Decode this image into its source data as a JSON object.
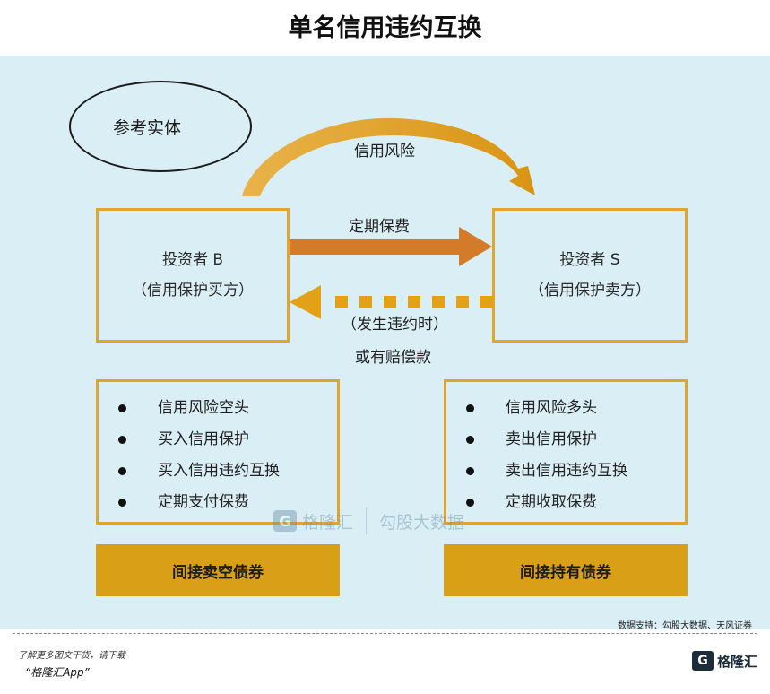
{
  "title": "单名信用违约互换",
  "reference_entity": "参考实体",
  "flows": {
    "credit_risk": "信用风险",
    "premium": "定期保费",
    "default_line1": "（发生违约时）",
    "default_line2": "或有赔偿款"
  },
  "party_b": {
    "name": "投资者 B",
    "role": "（信用保护买方）"
  },
  "party_s": {
    "name": "投资者 S",
    "role": "（信用保护卖方）"
  },
  "list_b": [
    "信用风险空头",
    "买入信用保护",
    "买入信用违约互换",
    "定期支付保费"
  ],
  "list_s": [
    "信用风险多头",
    "卖出信用保护",
    "卖出信用违约互换",
    "定期收取保费"
  ],
  "strategy_b": "间接卖空债券",
  "strategy_s": "间接持有债券",
  "watermark": {
    "logo": "G",
    "name": "格隆汇",
    "name2": "勾股大数据"
  },
  "source": "数据支持：勾股大数据、天风证券",
  "footer": {
    "line1": "了解更多图文干货，请下载",
    "line2": "“格隆汇App”",
    "logo": "G",
    "logo_text": "格隆汇"
  },
  "colors": {
    "panel": "#daeef5",
    "border": "#e0a52a",
    "arrow": "#d47b2a",
    "gold": "#d99f16"
  }
}
